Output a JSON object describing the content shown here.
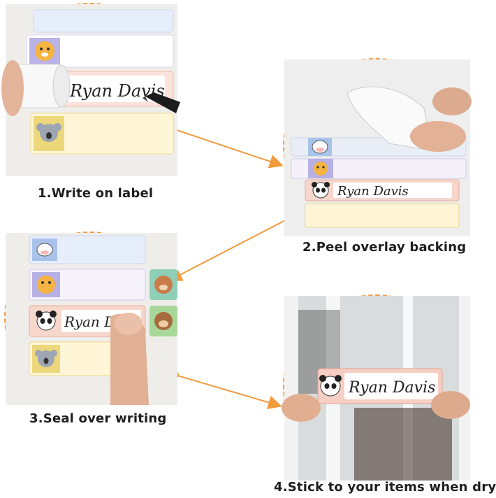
{
  "accent_color": "#f29a3c",
  "steps": [
    {
      "caption": "1.Write on label"
    },
    {
      "caption": "2.Peel overlay backing"
    },
    {
      "caption": "3.Seal over writing"
    },
    {
      "caption": "4.Stick to your items when dry"
    }
  ],
  "label_name": "Ryan Davis",
  "label_partial": "Ryan Da",
  "icons": [
    "tiger-icon",
    "koala-icon",
    "cow-icon",
    "panda-icon",
    "bear-icon",
    "monkey-icon",
    "pen-icon",
    "finger-icon"
  ]
}
